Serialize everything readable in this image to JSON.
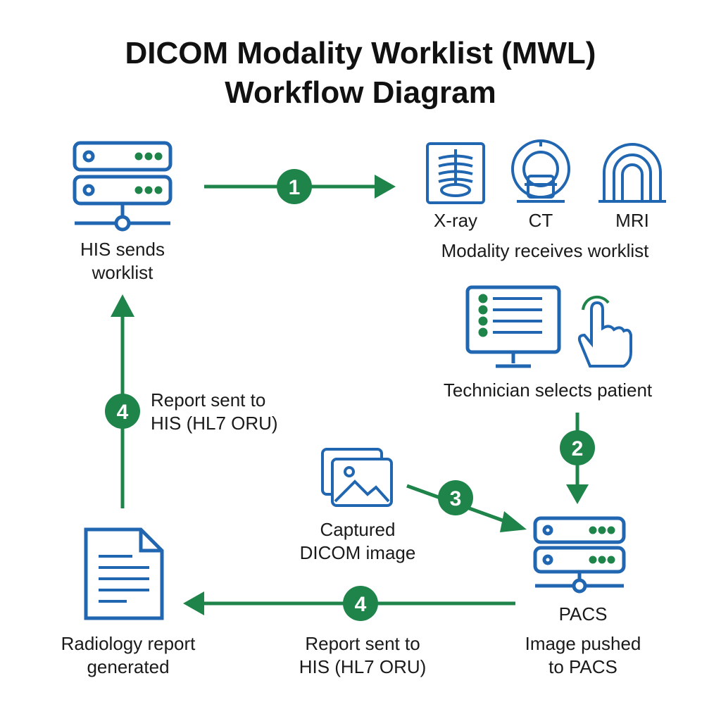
{
  "title": {
    "line1": "DICOM Modality Worklist (MWL)",
    "line2": "Workflow Diagram"
  },
  "colors": {
    "accent": "#1e8449",
    "icon": "#2166b0",
    "text": "#1a1a1a"
  },
  "nodes": {
    "his": {
      "icon": "server-icon",
      "line1": "HIS sends",
      "line2": "worklist"
    },
    "modality": {
      "xray": {
        "icon": "xray-icon",
        "label": "X-ray"
      },
      "ct": {
        "icon": "ct-scanner-icon",
        "label": "CT"
      },
      "mri": {
        "icon": "mri-scanner-icon",
        "label": "MRI"
      },
      "caption": "Modality receives worklist"
    },
    "technician": {
      "icons": [
        "monitor-list-icon",
        "hand-pointer-icon"
      ],
      "caption": "Technician selects patient"
    },
    "capture": {
      "icon": "image-icon",
      "line1": "Captured",
      "line2": "DICOM image"
    },
    "pacs": {
      "icon": "server-icon",
      "title": "PACS",
      "line1": "Image pushed",
      "line2": "to PACS"
    },
    "report": {
      "icon": "document-icon",
      "line1": "Radiology report",
      "line2": "generated"
    }
  },
  "steps": {
    "step1": "1",
    "step2": "2",
    "step3": "3",
    "step4_bottom": {
      "number": "4",
      "line1": "Report sent to",
      "line2": "HIS (HL7 ORU)"
    },
    "step4_left": {
      "number": "4",
      "line1": "Report sent to",
      "line2": "HIS (HL7 ORU)"
    }
  }
}
